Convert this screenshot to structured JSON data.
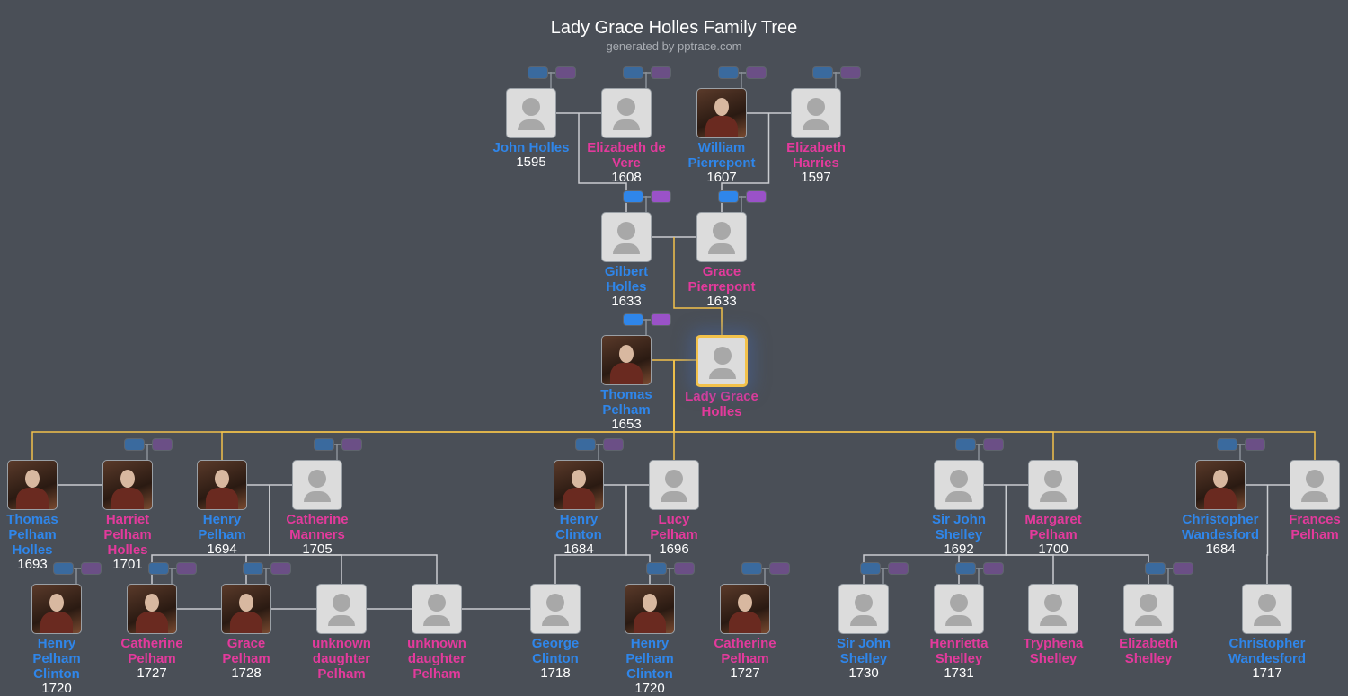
{
  "title": "Lady Grace Holles Family Tree",
  "subtitle": "generated by pptrace.com",
  "colors": {
    "male": "#2f86ea",
    "female": "#e33a9c",
    "highlight": "#f2c14b",
    "background": "#4a4f57"
  },
  "people": [
    {
      "name": "John Holles",
      "year": "1595",
      "gender": "m",
      "photo": false,
      "pills": "dim"
    },
    {
      "name": "Elizabeth de Vere",
      "year": "1608",
      "gender": "f",
      "photo": false,
      "pills": "dim"
    },
    {
      "name": "William Pierrepont",
      "year": "1607",
      "gender": "m",
      "photo": true,
      "pills": "dim"
    },
    {
      "name": "Elizabeth Harries",
      "year": "1597",
      "gender": "f",
      "photo": false,
      "pills": "dim"
    },
    {
      "name": "Gilbert Holles",
      "year": "1633",
      "gender": "m",
      "photo": false,
      "pills": "on"
    },
    {
      "name": "Grace Pierrepont",
      "year": "1633",
      "gender": "f",
      "photo": false,
      "pills": "on"
    },
    {
      "name": "Thomas Pelham",
      "year": "1653",
      "gender": "m",
      "photo": true,
      "pills": "on"
    },
    {
      "name": "Lady Grace Holles",
      "year": "",
      "gender": "f",
      "photo": false,
      "pills": "",
      "selected": true
    },
    {
      "name": "Thomas Pelham Holles",
      "year": "1693",
      "gender": "m",
      "photo": true,
      "pills": ""
    },
    {
      "name": "Harriet Pelham Holles",
      "year": "1701",
      "gender": "f",
      "photo": true,
      "pills": "dim"
    },
    {
      "name": "Henry Pelham",
      "year": "1694",
      "gender": "m",
      "photo": true,
      "pills": ""
    },
    {
      "name": "Catherine Manners",
      "year": "1705",
      "gender": "f",
      "photo": false,
      "pills": "dim"
    },
    {
      "name": "Henry Clinton",
      "year": "1684",
      "gender": "m",
      "photo": true,
      "pills": "dim"
    },
    {
      "name": "Lucy Pelham",
      "year": "1696",
      "gender": "f",
      "photo": false,
      "pills": ""
    },
    {
      "name": "Sir John Shelley",
      "year": "1692",
      "gender": "m",
      "photo": false,
      "pills": "dim"
    },
    {
      "name": "Margaret Pelham",
      "year": "1700",
      "gender": "f",
      "photo": false,
      "pills": ""
    },
    {
      "name": "Christopher Wandesford",
      "year": "1684",
      "gender": "m",
      "photo": true,
      "pills": "dim"
    },
    {
      "name": "Frances Pelham",
      "year": "",
      "gender": "f",
      "photo": false,
      "pills": ""
    },
    {
      "name": "Henry Pelham Clinton",
      "year": "1720",
      "gender": "m",
      "photo": true,
      "pills": "dim"
    },
    {
      "name": "Catherine Pelham",
      "year": "1727",
      "gender": "f",
      "photo": true,
      "pills": "dim"
    },
    {
      "name": "Grace Pelham",
      "year": "1728",
      "gender": "f",
      "photo": true,
      "pills": "dim"
    },
    {
      "name": "unknown daughter Pelham",
      "year": "",
      "gender": "f",
      "photo": false,
      "pills": ""
    },
    {
      "name": "unknown daughter Pelham",
      "year": "",
      "gender": "f",
      "photo": false,
      "pills": ""
    },
    {
      "name": "George Clinton",
      "year": "1718",
      "gender": "m",
      "photo": false,
      "pills": ""
    },
    {
      "name": "Henry Pelham Clinton",
      "year": "1720",
      "gender": "m",
      "photo": true,
      "pills": "dim"
    },
    {
      "name": "Catherine Pelham",
      "year": "1727",
      "gender": "f",
      "photo": true,
      "pills": "dim"
    },
    {
      "name": "Sir John Shelley",
      "year": "1730",
      "gender": "m",
      "photo": false,
      "pills": "dim"
    },
    {
      "name": "Henrietta Shelley",
      "year": "1731",
      "gender": "f",
      "photo": false,
      "pills": "dim"
    },
    {
      "name": "Tryphena Shelley",
      "year": "",
      "gender": "f",
      "photo": false,
      "pills": ""
    },
    {
      "name": "Elizabeth Shelley",
      "year": "",
      "gender": "f",
      "photo": false,
      "pills": "dim"
    },
    {
      "name": "Christopher Wandesford",
      "year": "1717",
      "gender": "m",
      "photo": false,
      "pills": ""
    }
  ]
}
